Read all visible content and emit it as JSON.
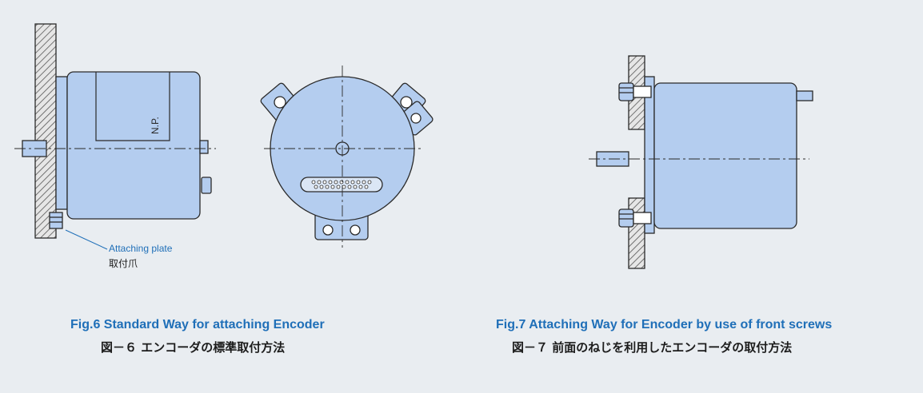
{
  "colors": {
    "body_fill": "#b4cdef",
    "line": "#2a2a2a",
    "caption_en": "#1f6fb8",
    "caption_ja": "#1c1c1c",
    "hatch": "#5a5a5a"
  },
  "fig6": {
    "nameplate_text": "N.P.",
    "attaching_plate_en": "Attaching plate",
    "attaching_plate_ja": "取付爪",
    "caption_en": "Fig.6  Standard Way for attaching Encoder",
    "caption_ja": "図－６ エンコーダの標準取付方法"
  },
  "fig7": {
    "caption_en": "Fig.7  Attaching Way for Encoder by use of front screws",
    "caption_ja": "図－７ 前面のねじを利用したエンコーダの取付方法"
  }
}
